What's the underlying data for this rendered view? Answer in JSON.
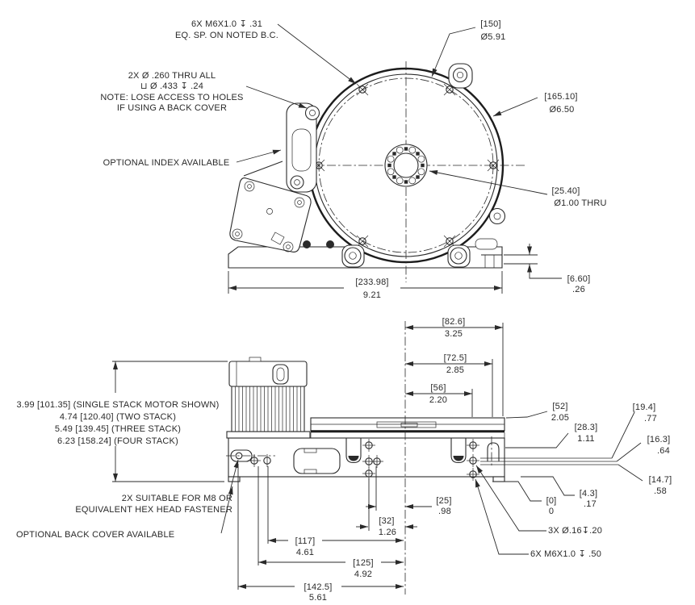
{
  "colors": {
    "ink": "#2a2a2a",
    "background": "#ffffff"
  },
  "front_view": {
    "notes": {
      "eq_spaced": [
        "6X M6X1.0 ↧ .31",
        "EQ. SP. ON NOTED B.C."
      ],
      "thru_holes": [
        "2X Ø .260 THRU ALL",
        "⊔ Ø .433 ↧ .24",
        "NOTE: LOSE ACCESS TO HOLES",
        "IF USING A BACK COVER"
      ],
      "optional_index": "OPTIONAL INDEX AVAILABLE"
    },
    "dims": {
      "bolt_circle_dia": {
        "metric": "[150]",
        "inch": "Ø5.91"
      },
      "outer_dia": {
        "metric": "[165.10]",
        "inch": "Ø6.50"
      },
      "center_bore": {
        "metric": "[25.40]",
        "inch": "Ø1.00 THRU"
      },
      "overall_width": {
        "metric": "[233.98]",
        "inch": "9.21"
      },
      "base_step_height": {
        "metric": "[6.60]",
        "inch": ".26"
      }
    }
  },
  "side_view": {
    "motor_stack_note": [
      "3.99 [101.35] (SINGLE STACK MOTOR SHOWN)",
      "4.74 [120.40] (TWO STACK)",
      "5.49 [139.45] (THREE STACK)",
      "6.23 [158.24] (FOUR STACK)"
    ],
    "notes": {
      "fastener": [
        "2X SUITABLE FOR M8 OR",
        "EQUIVALENT HEX HEAD FASTENER"
      ],
      "back_cover": "OPTIONAL BACK COVER AVAILABLE",
      "dowel_holes": "3X Ø.16↧.20",
      "tapped_holes": "6X M6X1.0 ↧ .50"
    },
    "dims": {
      "w82_6": {
        "metric": "[82.6]",
        "inch": "3.25"
      },
      "w72_5": {
        "metric": "[72.5]",
        "inch": "2.85"
      },
      "w56": {
        "metric": "[56]",
        "inch": "2.20"
      },
      "h52": {
        "metric": "[52]",
        "inch": "2.05"
      },
      "h28_3": {
        "metric": "[28.3]",
        "inch": "1.11"
      },
      "h19_4": {
        "metric": "[19.4]",
        "inch": ".77"
      },
      "h16_3": {
        "metric": "[16.3]",
        "inch": ".64"
      },
      "h14_7": {
        "metric": "[14.7]",
        "inch": ".58"
      },
      "h4_3": {
        "metric": "[4.3]",
        "inch": ".17"
      },
      "h0": {
        "metric": "[0]",
        "inch": "0"
      },
      "w25": {
        "metric": "[25]",
        "inch": ".98"
      },
      "w32": {
        "metric": "[32]",
        "inch": "1.26"
      },
      "w117": {
        "metric": "[117]",
        "inch": "4.61"
      },
      "w125": {
        "metric": "[125]",
        "inch": "4.92"
      },
      "w142_5": {
        "metric": "[142.5]",
        "inch": "5.61"
      }
    }
  }
}
